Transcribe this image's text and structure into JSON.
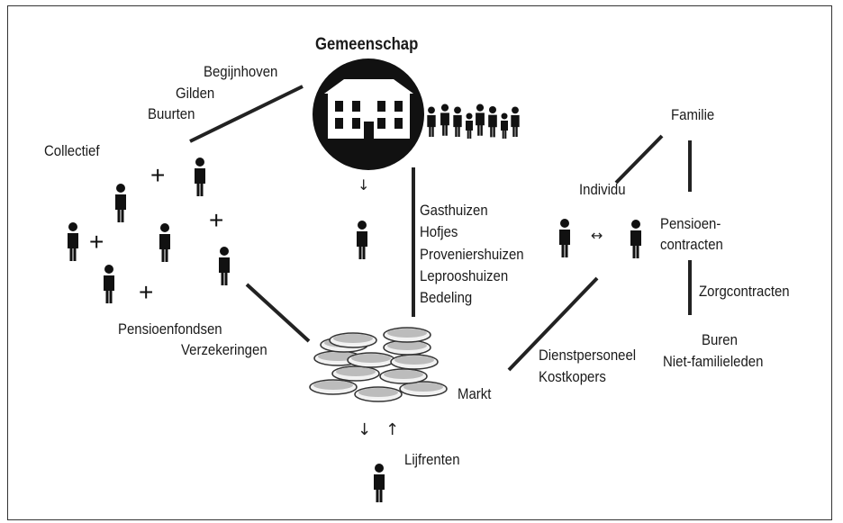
{
  "labels": {
    "community": "Gemeenschap",
    "begijnhoven": "Begijnhoven",
    "gilden": "Gilden",
    "buurten": "Buurten",
    "collective": "Collectief",
    "family": "Familie",
    "individual": "Individu",
    "pension_contracts": "Pensioen-",
    "pension_contracts_2": "contracten",
    "care_contracts": "Zorgcontracten",
    "neighbours": "Buren",
    "non_family": "Niet-familieleden",
    "gasthuizen": "Gasthuizen",
    "hofjes": "Hofjes",
    "proveniershuizen": "Proveniershuizen",
    "leprooshuizen": "Leprooshuizen",
    "bedeling": "Bedeling",
    "pension_funds": "Pensioenfondsen",
    "insurance": "Verzekeringen",
    "servants": "Dienstpersoneel",
    "buyers": "Kostkopers",
    "market": "Markt",
    "annuities": "Lijfrenten"
  },
  "symbols": {
    "plus": "+",
    "down_arrow": "↓",
    "up_arrow": "↑",
    "bidirectional_arrow": "↔"
  },
  "colors": {
    "ink": "#1a1a1a",
    "building_circle": "#111111",
    "coins": "#9a9a9a"
  }
}
